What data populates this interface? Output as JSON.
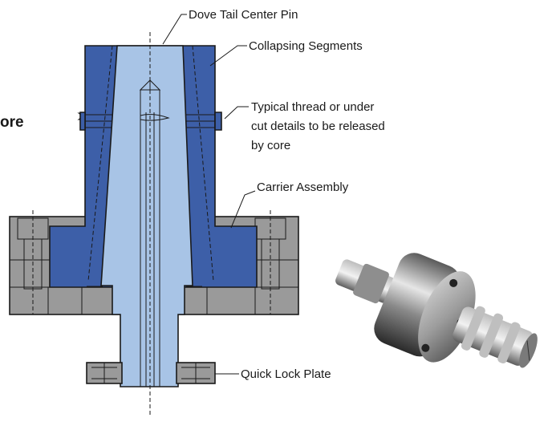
{
  "labels": {
    "partial_word": "ore",
    "dove_tail_center_pin": "Dove Tail Center Pin",
    "collapsing_segments": "Collapsing Segments",
    "thread_line_1": "Typical thread or under",
    "thread_line_2": "cut details to be released",
    "thread_line_3": "by core",
    "carrier_assembly": "Carrier Assembly",
    "quick_lock_plate": "Quick Lock Plate"
  },
  "colors": {
    "segments_dark_blue": "#3d5fa8",
    "core_light_blue": "#a8c4e6",
    "carrier_gray": "#9a9a9a",
    "outline": "#1a1a1a"
  }
}
